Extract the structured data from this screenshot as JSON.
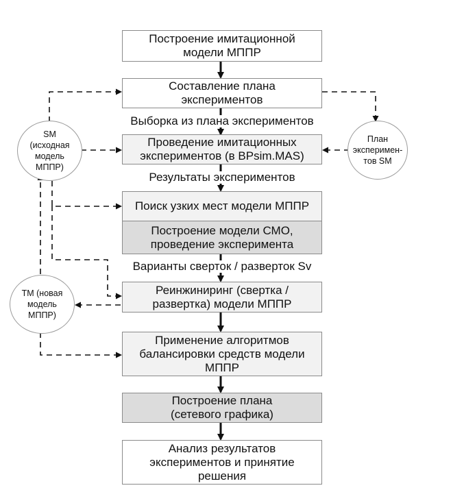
{
  "boxes": [
    {
      "id": "b1",
      "text": "Построение имитационной\nмодели МППР"
    },
    {
      "id": "b2",
      "text": "Составление плана\nэкспериментов"
    },
    {
      "id": "b3",
      "text": "Проведение имитационных\nэкспериментов (в BPsim.MAS)"
    },
    {
      "id": "b4",
      "text": "Поиск узких мест модели МППР"
    },
    {
      "id": "b5",
      "text": "Построение модели СМО,\nпроведение эксперимента"
    },
    {
      "id": "b6",
      "text": "Реинжиниринг (свертка /\nразвертка) модели МППР"
    },
    {
      "id": "b7",
      "text": "Применение алгоритмов\nбалансировки средств модели\nМППР"
    },
    {
      "id": "b8",
      "text": "Построение плана\n(сетевого графика)"
    },
    {
      "id": "b9",
      "text": "Анализ результатов\nэкспериментов и принятие\nрешения"
    }
  ],
  "labels": {
    "sample": "Выборка из плана экспериментов",
    "results": "Результаты экспериментов",
    "variants": "Варианты сверток / разверток Sv"
  },
  "circles": {
    "sm": "SM\n(исходная\nмодель\nМППР)",
    "plan": "План\nэксперимен-\nтов SM",
    "tm": "ТМ (новая\nмодель\nМППР)"
  }
}
